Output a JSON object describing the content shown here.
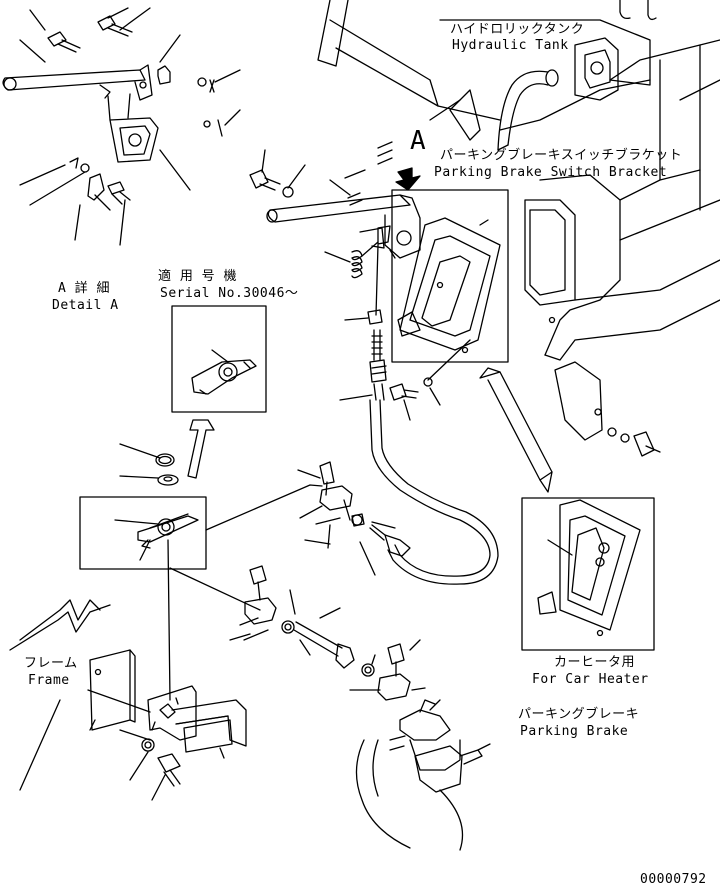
{
  "labels": {
    "hydraulic_tank_jp": "ハイドロリックタンク",
    "hydraulic_tank_en": "Hydraulic Tank",
    "pbs_bracket_jp": "パーキングブレーキスイッチブラケット",
    "pbs_bracket_en": "Parking Brake Switch Bracket",
    "detail_a_jp": "A 詳 細",
    "detail_a_en": "Detail A",
    "serial_jp": "適 用 号 機",
    "serial_en": "Serial No.30046～",
    "frame_jp": "フレーム",
    "frame_en": "Frame",
    "car_heater_jp": "カーヒータ用",
    "car_heater_en": "For Car Heater",
    "parking_brake_jp": "パーキングブレーキ",
    "parking_brake_en": "Parking Brake",
    "view_a": "A",
    "drawing_number": "00000792"
  }
}
